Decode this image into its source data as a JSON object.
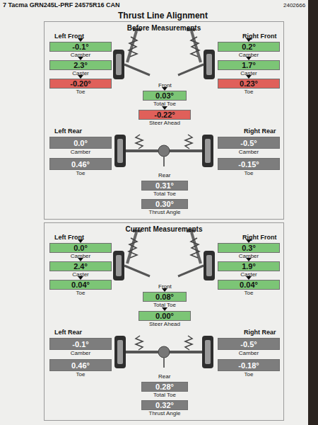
{
  "diagram": {
    "title": "Thrust Line Alignment",
    "nodes": [
      {
        "text": [
          "Before Measurements"
        ]
      },
      {
        "text": [
          "-0.1°",
          "Camber"
        ],
        "in": 0
      },
      {
        "text": [
          "2.3°",
          "Caster"
        ],
        "in": 0
      },
      {
        "text": [
          "-0.20°",
          "Toe"
        ],
        "in": 0
      },
      {
        "text": [
          "0.2°",
          "Camber"
        ],
        "in": 0
      },
      {
        "text": [
          "1.7°",
          "Caster"
        ],
        "in": 0
      },
      {
        "text": [
          "0.23°",
          "Toe"
        ],
        "in": 0
      },
      {
        "text": [
          "0.03°",
          "Total Toe"
        ],
        "in": 0
      },
      {
        "text": [
          "-0.22°",
          "Steer Ahead"
        ],
        "in": 0
      },
      {
        "text": [
          "0.0°",
          "Camber"
        ],
        "in": 0
      },
      {
        "text": [
          "0.46°",
          "Toe"
        ],
        "in": 0
      },
      {
        "text": [
          "-0.5°",
          "Camber"
        ],
        "in": 0
      },
      {
        "text": [
          "-0.15°",
          "Toe"
        ],
        "in": 0
      },
      {
        "text": [
          "0.31°",
          "Total Toe"
        ],
        "in": 0
      },
      {
        "text": [
          "0.30°",
          "Thrust Angle"
        ],
        "in": 0
      },
      {
        "text": [
          "Current Measurements"
        ]
      },
      {
        "text": [
          "0.0°",
          "Camber"
        ],
        "in": 15
      },
      {
        "text": [
          "2.4°",
          "Caster"
        ],
        "in": 15
      },
      {
        "text": [
          "0.04°",
          "Toe"
        ],
        "in": 15
      },
      {
        "text": [
          "0.3°",
          "Camber"
        ],
        "in": 15
      },
      {
        "text": [
          "1.9°",
          "Caster"
        ],
        "in": 15
      },
      {
        "text": [
          "0.04°",
          "Toe"
        ],
        "in": 15
      },
      {
        "text": [
          "0.08°",
          "Total Toe"
        ],
        "in": 15
      },
      {
        "text": [
          "0.00°",
          "Steer Ahead"
        ],
        "in": 15
      },
      {
        "text": [
          "-0.1°",
          "Camber"
        ],
        "in": 15
      },
      {
        "text": [
          "0.46°",
          "Toe"
        ],
        "in": 15
      },
      {
        "text": [
          "-0.5°",
          "Camber"
        ],
        "in": 15
      },
      {
        "text": [
          "-0.18°",
          "Toe"
        ],
        "in": 15
      },
      {
        "text": [
          "0.28°",
          "Total Toe"
        ],
        "in": 15
      },
      {
        "text": [
          "0.32°",
          "Thrust Angle"
        ],
        "in": 15
      }
    ],
    "labels": [
      "7 Tacma GRN245L-PRF 24575R16 CAN",
      "2402666",
      "Left Front",
      "Right Front",
      "Front",
      "Left Rear",
      "Right Rear",
      "Rear",
      "Left Front",
      "Right Front",
      "Front",
      "Left Rear",
      "Right Rear",
      "Rear"
    ]
  }
}
